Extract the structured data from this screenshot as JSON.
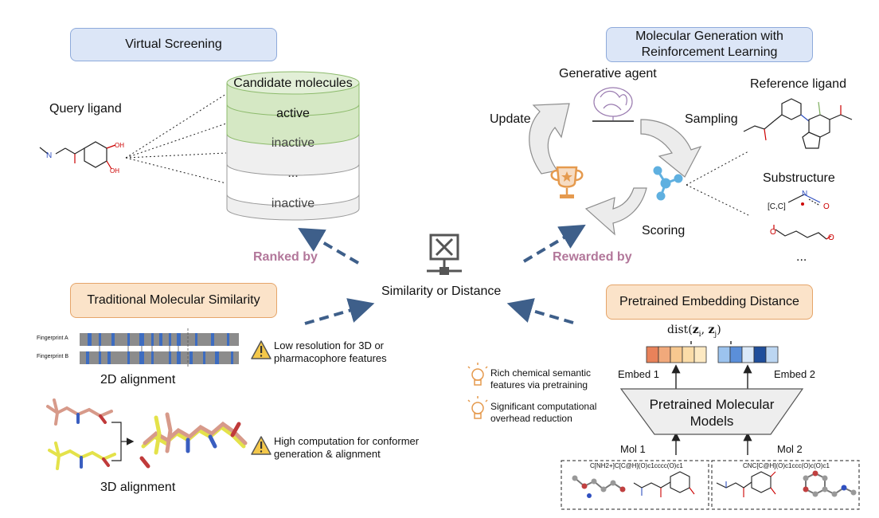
{
  "panels": {
    "virtual_screening": {
      "title": "Virtual Screening",
      "query_label": "Query ligand",
      "cylinder_header": "Candidate molecules",
      "rows": [
        "active",
        "inactive",
        "...",
        "inactive"
      ]
    },
    "rl_generation": {
      "title_line1": "Molecular Generation with",
      "title_line2": "Reinforcement Learning",
      "generative_agent": "Generative agent",
      "update": "Update",
      "sampling": "Sampling",
      "scoring": "Scoring",
      "reference_ligand": "Reference ligand",
      "substructure": "Substructure",
      "cc_label": "[C,C]",
      "ellipsis": "..."
    },
    "traditional": {
      "title": "Traditional Molecular Similarity",
      "fp_a": "Fingerprint A",
      "fp_b": "Fingerprint B",
      "warn1_line1": "Low resolution for 3D or",
      "warn1_line2": "pharmacophore features",
      "alignment_2d": "2D alignment",
      "warn2_line1": "High computation for conformer",
      "warn2_line2": "generation & alignment",
      "alignment_3d": "3D alignment"
    },
    "center": {
      "label": "Similarity or Distance",
      "ranked_by": "Ranked by",
      "rewarded_by": "Rewarded by"
    },
    "pretrained": {
      "title": "Pretrained Embedding Distance",
      "dist_formula": "dist(zi, zj)",
      "embed1": "Embed 1",
      "embed2": "Embed 2",
      "model_line1": "Pretrained Molecular",
      "model_line2": "Models",
      "mol1": "Mol 1",
      "mol2": "Mol 2",
      "smiles1": "C[NH2+]C[C@H](O)c1cccc(O)c1",
      "smiles2": "CNC[C@H](O)c1ccc(O)c(O)c1",
      "benefit1_line1": "Rich chemical semantic",
      "benefit1_line2": "features via pretraining",
      "benefit2_line1": "Significant computational",
      "benefit2_line2": "overhead reduction",
      "embed1_colors": [
        "#e8825a",
        "#f1a97b",
        "#f7c88f",
        "#fbdca8",
        "#fde9c2"
      ],
      "embed2_colors": [
        "#9cc3ee",
        "#5b8fd9",
        "#dbe9f8",
        "#1f4e9b",
        "#bcd6f2"
      ]
    }
  }
}
